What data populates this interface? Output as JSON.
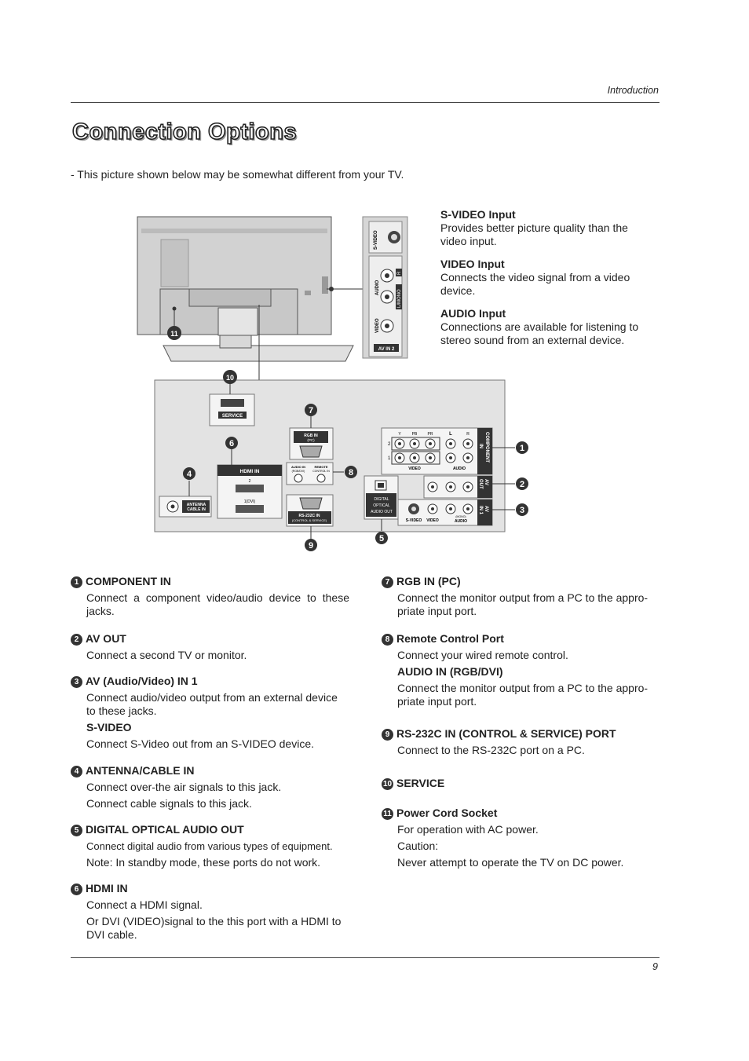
{
  "header": {
    "section": "Introduction"
  },
  "title": "Connection Options",
  "subtitle": "- This picture shown below may be somewhat different from your TV.",
  "side_panel": [
    {
      "heading": "S-VIDEO Input",
      "text": "Provides better picture quality than the video input."
    },
    {
      "heading": "VIDEO Input",
      "text": "Connects the video signal from a video device."
    },
    {
      "heading": "AUDIO Input",
      "text": "Connections are available for listening to stereo sound from an external device."
    }
  ],
  "diagram": {
    "side_jacks": {
      "s_video": "S-VIDEO",
      "audio": "AUDIO",
      "r": "R",
      "l_mono": "L/MONO",
      "video": "VIDEO",
      "av_in2": "AV IN 2"
    },
    "callouts": [
      "1",
      "2",
      "3",
      "4",
      "5",
      "6",
      "7",
      "8",
      "9",
      "10",
      "11"
    ],
    "service": "SERVICE",
    "hdmi_in": "HDMI IN",
    "hdmi_port1": "1(DVI)",
    "hdmi_port2": "2",
    "rgb_in": "RGB IN",
    "rgb_in_sub": "(PC)",
    "audio_in_rgb": "AUDIO IN",
    "audio_in_rgb_sub": "(RGB/DVI)",
    "remote": "REMOTE",
    "remote_sub": "CONTROL IN",
    "rs232": "RS-232C IN",
    "rs232_sub": "(CONTROL & SERVICE)",
    "antenna": "ANTENNA",
    "antenna_sub": "CABLE IN",
    "optical1": "DIGITAL",
    "optical2": "OPTICAL",
    "optical3": "AUDIO OUT",
    "component": "COMPONENT",
    "component_in": "IN",
    "av_out": "AV",
    "av_out2": "OUT",
    "av_in1": "AV",
    "av_in1b": "IN 1",
    "y": "Y",
    "pb": "PB",
    "pr": "PR",
    "l": "L",
    "r": "R",
    "row1": "1",
    "row2": "2",
    "video": "VIDEO",
    "audio": "AUDIO",
    "s_video": "S-VIDEO",
    "mono": "(MONO)"
  },
  "descriptions_left": [
    {
      "num": "1",
      "heading": "COMPONENT IN",
      "paras": [
        "Connect a component video/audio device to these jacks."
      ]
    },
    {
      "num": "2",
      "heading": "AV OUT",
      "paras": [
        "Connect a second TV or monitor."
      ]
    },
    {
      "num": "3",
      "heading": "AV (Audio/Video) IN 1",
      "paras": [
        "Connect audio/video output from an external device to these jacks."
      ],
      "sub": "S-VIDEO",
      "sub_paras": [
        "Connect S-Video out from an S-VIDEO device."
      ]
    },
    {
      "num": "4",
      "heading": "ANTENNA/CABLE IN",
      "paras": [
        "Connect over-the air signals to this jack.",
        "Connect cable signals to this jack."
      ]
    },
    {
      "num": "5",
      "heading": "DIGITAL OPTICAL AUDIO OUT",
      "paras": [
        "Connect digital audio from various types of equipment.",
        "Note: In standby mode, these ports do not work."
      ]
    },
    {
      "num": "6",
      "heading": "HDMI IN",
      "paras": [
        "Connect a HDMI signal.",
        "Or DVI (VIDEO)signal to the this port with a HDMI to DVI cable."
      ]
    }
  ],
  "descriptions_right": [
    {
      "num": "7",
      "heading": "RGB IN (PC)",
      "paras": [
        "Connect the monitor output from a PC to the appro-priate input port."
      ]
    },
    {
      "num": "8",
      "heading": "Remote Control Port",
      "paras": [
        "Connect your wired remote control."
      ],
      "sub": "AUDIO IN (RGB/DVI)",
      "sub_paras": [
        "Connect the monitor output from a PC to the appro-priate input port."
      ]
    },
    {
      "num": "9",
      "heading": "RS-232C IN (CONTROL & SERVICE) PORT",
      "paras": [
        "Connect to the RS-232C port on a PC."
      ]
    },
    {
      "num": "10",
      "heading": "SERVICE",
      "paras": []
    },
    {
      "num": "11",
      "heading": "Power Cord Socket",
      "paras": [
        "For operation with AC power.",
        "Caution:",
        "Never attempt to operate the TV on DC power."
      ]
    }
  ],
  "footer": {
    "page": "9"
  }
}
